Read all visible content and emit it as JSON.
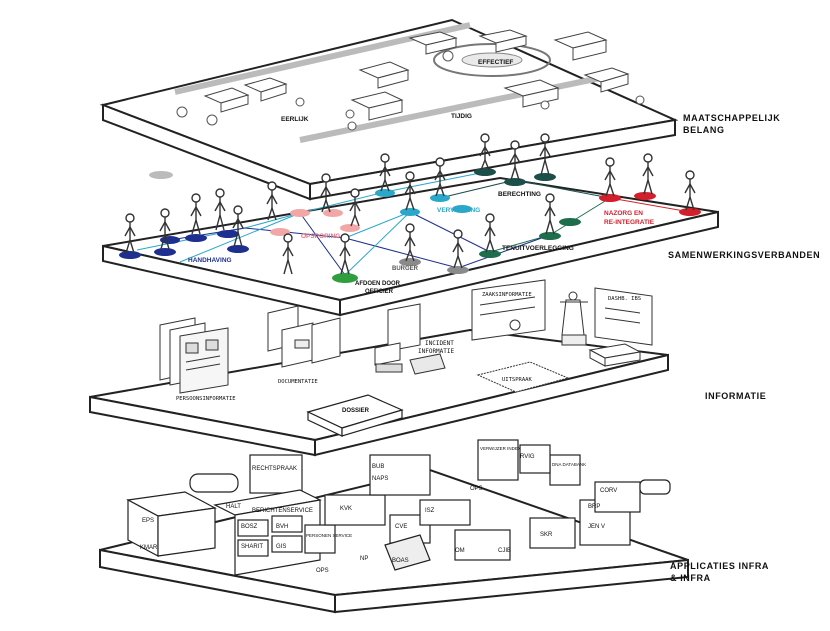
{
  "layers": [
    {
      "id": "maatschappelijk",
      "label": "MAATSCHAPPELIJK\nBELANG"
    },
    {
      "id": "samenwerking",
      "label": "SAMENWERKINGSVERBANDEN"
    },
    {
      "id": "informatie",
      "label": "INFORMATIE"
    },
    {
      "id": "applicaties",
      "label": "APPLICATIES INFRA\n& INFRA"
    }
  ],
  "society": {
    "effectief": "EFFECTIEF",
    "eerlijk": "EERLIJK",
    "tijdig": "TIJDIG"
  },
  "chain": {
    "handhaving": "HANDHAVING",
    "opsporing": "OPSPORING",
    "vervolging": "VERVOLGING",
    "berechting": "BERECHTING",
    "nazorg": "NAZORG EN\nRE-INTEGRATIE",
    "tenuitvoerlegging": "TENUITVOERLEGGING",
    "burger": "BURGER",
    "afdoen": "AFDOEN DOOR\nOFFICIER"
  },
  "colors": {
    "handhaving": "#1f2f8f",
    "opsporing": "#f2a7a7",
    "vervolging": "#2aa7c9",
    "berechting": "#1d4f4a",
    "nazorg": "#d1202b",
    "tenuitvoerlegging": "#1e6e4e",
    "afdoen": "#2e9e3e",
    "burger": "#8a8a8a"
  },
  "info": {
    "persoonsinformatie": "PERSOONSINFORMATIE",
    "documentatie": "DOCUMENTATIE",
    "incident": "INCIDENT\nINFORMATIE",
    "zaaksinformatie": "ZAAKSINFORMATIE",
    "dossier": "DOSSIER",
    "uitspraak": "UITSPRAAK",
    "dashboard": "DASHB. IBS"
  },
  "apps": [
    "EPS",
    "KMAR",
    "HALT",
    "RECHTSPRAAK",
    "BERICHTENSERVICE",
    "BVH",
    "BOSZ",
    "SHARIT",
    "GIS",
    "PERSONEN SERVICE",
    "OPS",
    "NP",
    "BOAS",
    "OM",
    "CJIB",
    "SKR",
    "JEN V",
    "BUB",
    "NAPS",
    "KVK",
    "DNA DATABANK",
    "CORV",
    "BRP",
    "RVIG",
    "VERWIJZER INDEX",
    "ISZ",
    "CVE",
    "OPS"
  ]
}
